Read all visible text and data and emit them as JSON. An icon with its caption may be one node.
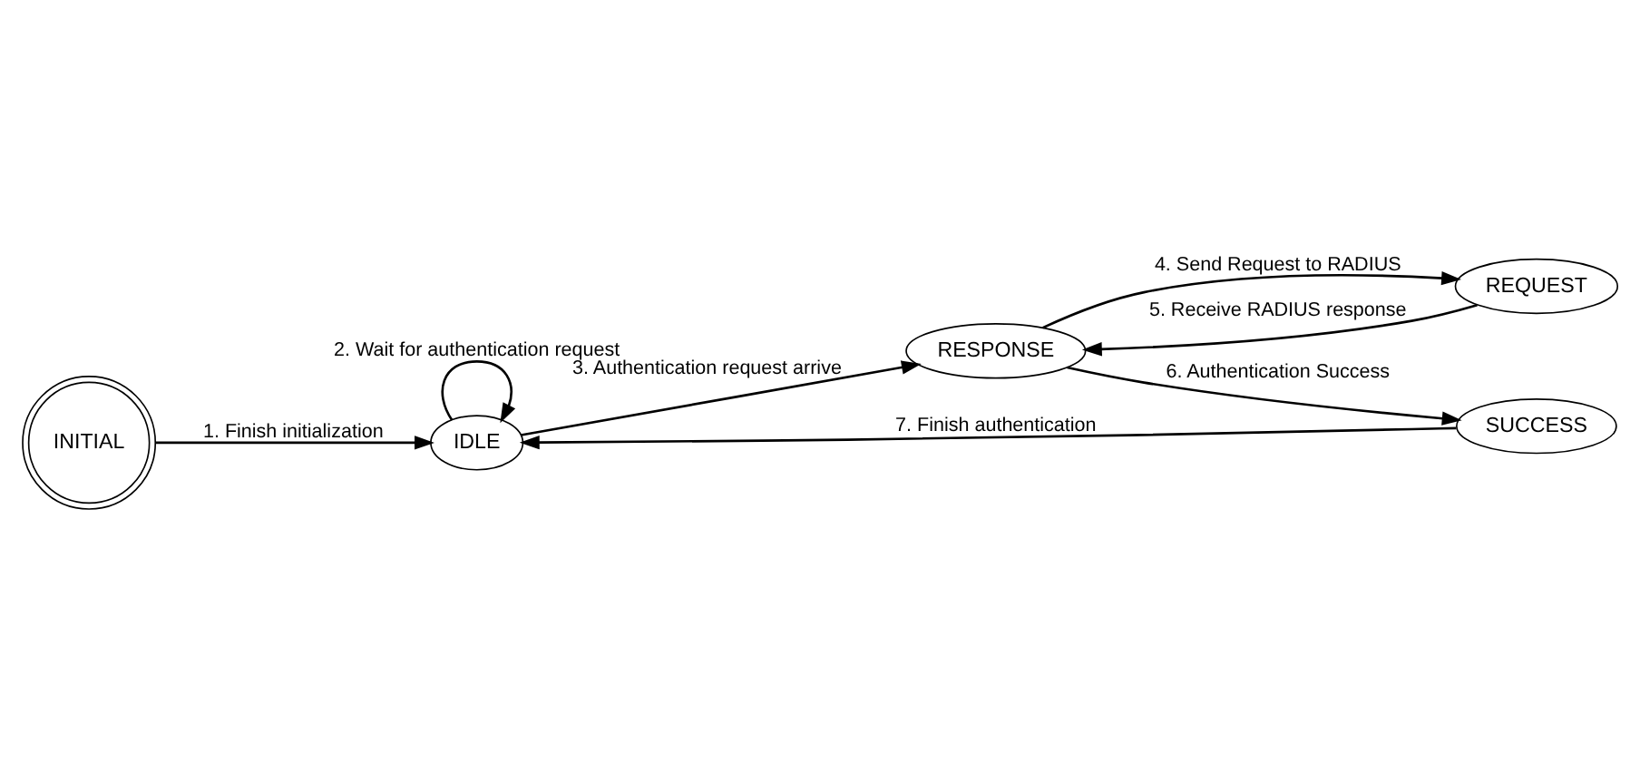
{
  "diagram": {
    "nodes": [
      {
        "text": [
          "INITIAL"
        ]
      },
      {
        "text": [
          "IDLE"
        ]
      },
      {
        "text": [
          "RESPONSE"
        ]
      },
      {
        "text": [
          "REQUEST"
        ]
      },
      {
        "text": [
          "SUCCESS"
        ]
      }
    ],
    "edges": [
      {
        "from": 0,
        "to": 1,
        "arrow": "to",
        "label": "1. Finish initialization"
      },
      {
        "from": 1,
        "to": 1,
        "arrow": "to",
        "label": "2. Wait for authentication request"
      },
      {
        "from": 1,
        "to": 2,
        "arrow": "to",
        "label": "3. Authentication request arrive"
      },
      {
        "from": 2,
        "to": 3,
        "arrow": "to",
        "label": "4. Send Request to RADIUS"
      },
      {
        "from": 3,
        "to": 2,
        "arrow": "to",
        "label": "5. Receive RADIUS response"
      },
      {
        "from": 2,
        "to": 4,
        "arrow": "to",
        "label": "6. Authentication Success"
      },
      {
        "from": 4,
        "to": 1,
        "arrow": "to",
        "label": "7. Finish authentication"
      }
    ]
  }
}
